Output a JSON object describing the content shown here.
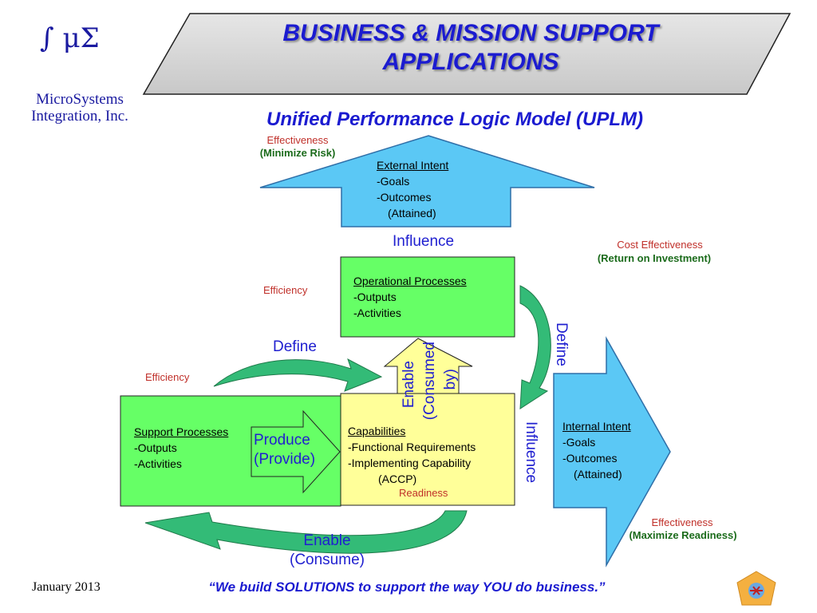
{
  "logo": {
    "symbol": "∫ μΣ",
    "name_line1": "MicroSystems",
    "name_line2": "Integration, Inc."
  },
  "header": {
    "title_line1": "BUSINESS & MISSION SUPPORT",
    "title_line2": "APPLICATIONS",
    "subtitle": "Unified Performance Logic Model (UPLM)"
  },
  "external_intent": {
    "label_line1": "Effectiveness",
    "label_line2": "(Minimize Risk)",
    "heading": "External Intent",
    "items": [
      "-Goals",
      "-Outcomes",
      "(Attained)"
    ]
  },
  "influence_top": "Influence",
  "cost_effectiveness": {
    "line1": "Cost Effectiveness",
    "line2": "(Return on Investment)"
  },
  "operational": {
    "efficiency_label": "Efficiency",
    "heading": "Operational Processes",
    "items": [
      "-Outputs",
      "-Activities"
    ]
  },
  "define_left": "Define",
  "define_right": "Define",
  "support": {
    "efficiency_label": "Efficiency",
    "heading": "Support Processes",
    "items": [
      "-Outputs",
      "-Activities"
    ]
  },
  "produce": {
    "line1": "Produce",
    "line2": "(Provide)"
  },
  "enable_up": {
    "line1": "Enable",
    "line2": "(Consumed",
    "line3": "by)"
  },
  "capabilities": {
    "heading": "Capabilities",
    "items": [
      "-Functional Requirements",
      "-Implementing Capability",
      "(ACCP)"
    ],
    "readiness": "Readiness"
  },
  "influence_right": "Influence",
  "internal_intent": {
    "heading": "Internal Intent",
    "items": [
      "-Goals",
      "-Outcomes",
      "(Attained)"
    ],
    "label_line1": "Effectiveness",
    "label_line2": "(Maximize Readiness)"
  },
  "enable_bottom": {
    "line1": "Enable",
    "line2": "(Consume)"
  },
  "footer": {
    "date": "January 2013",
    "quote": "“We build SOLUTIONS to support the way YOU do business.”"
  },
  "colors": {
    "blue_arrow": "#5bc8f5",
    "green_box": "#66ff66",
    "yellow_box": "#ffff99",
    "teal_arrow": "#33bb77",
    "title_blue": "#1b1bd0"
  }
}
